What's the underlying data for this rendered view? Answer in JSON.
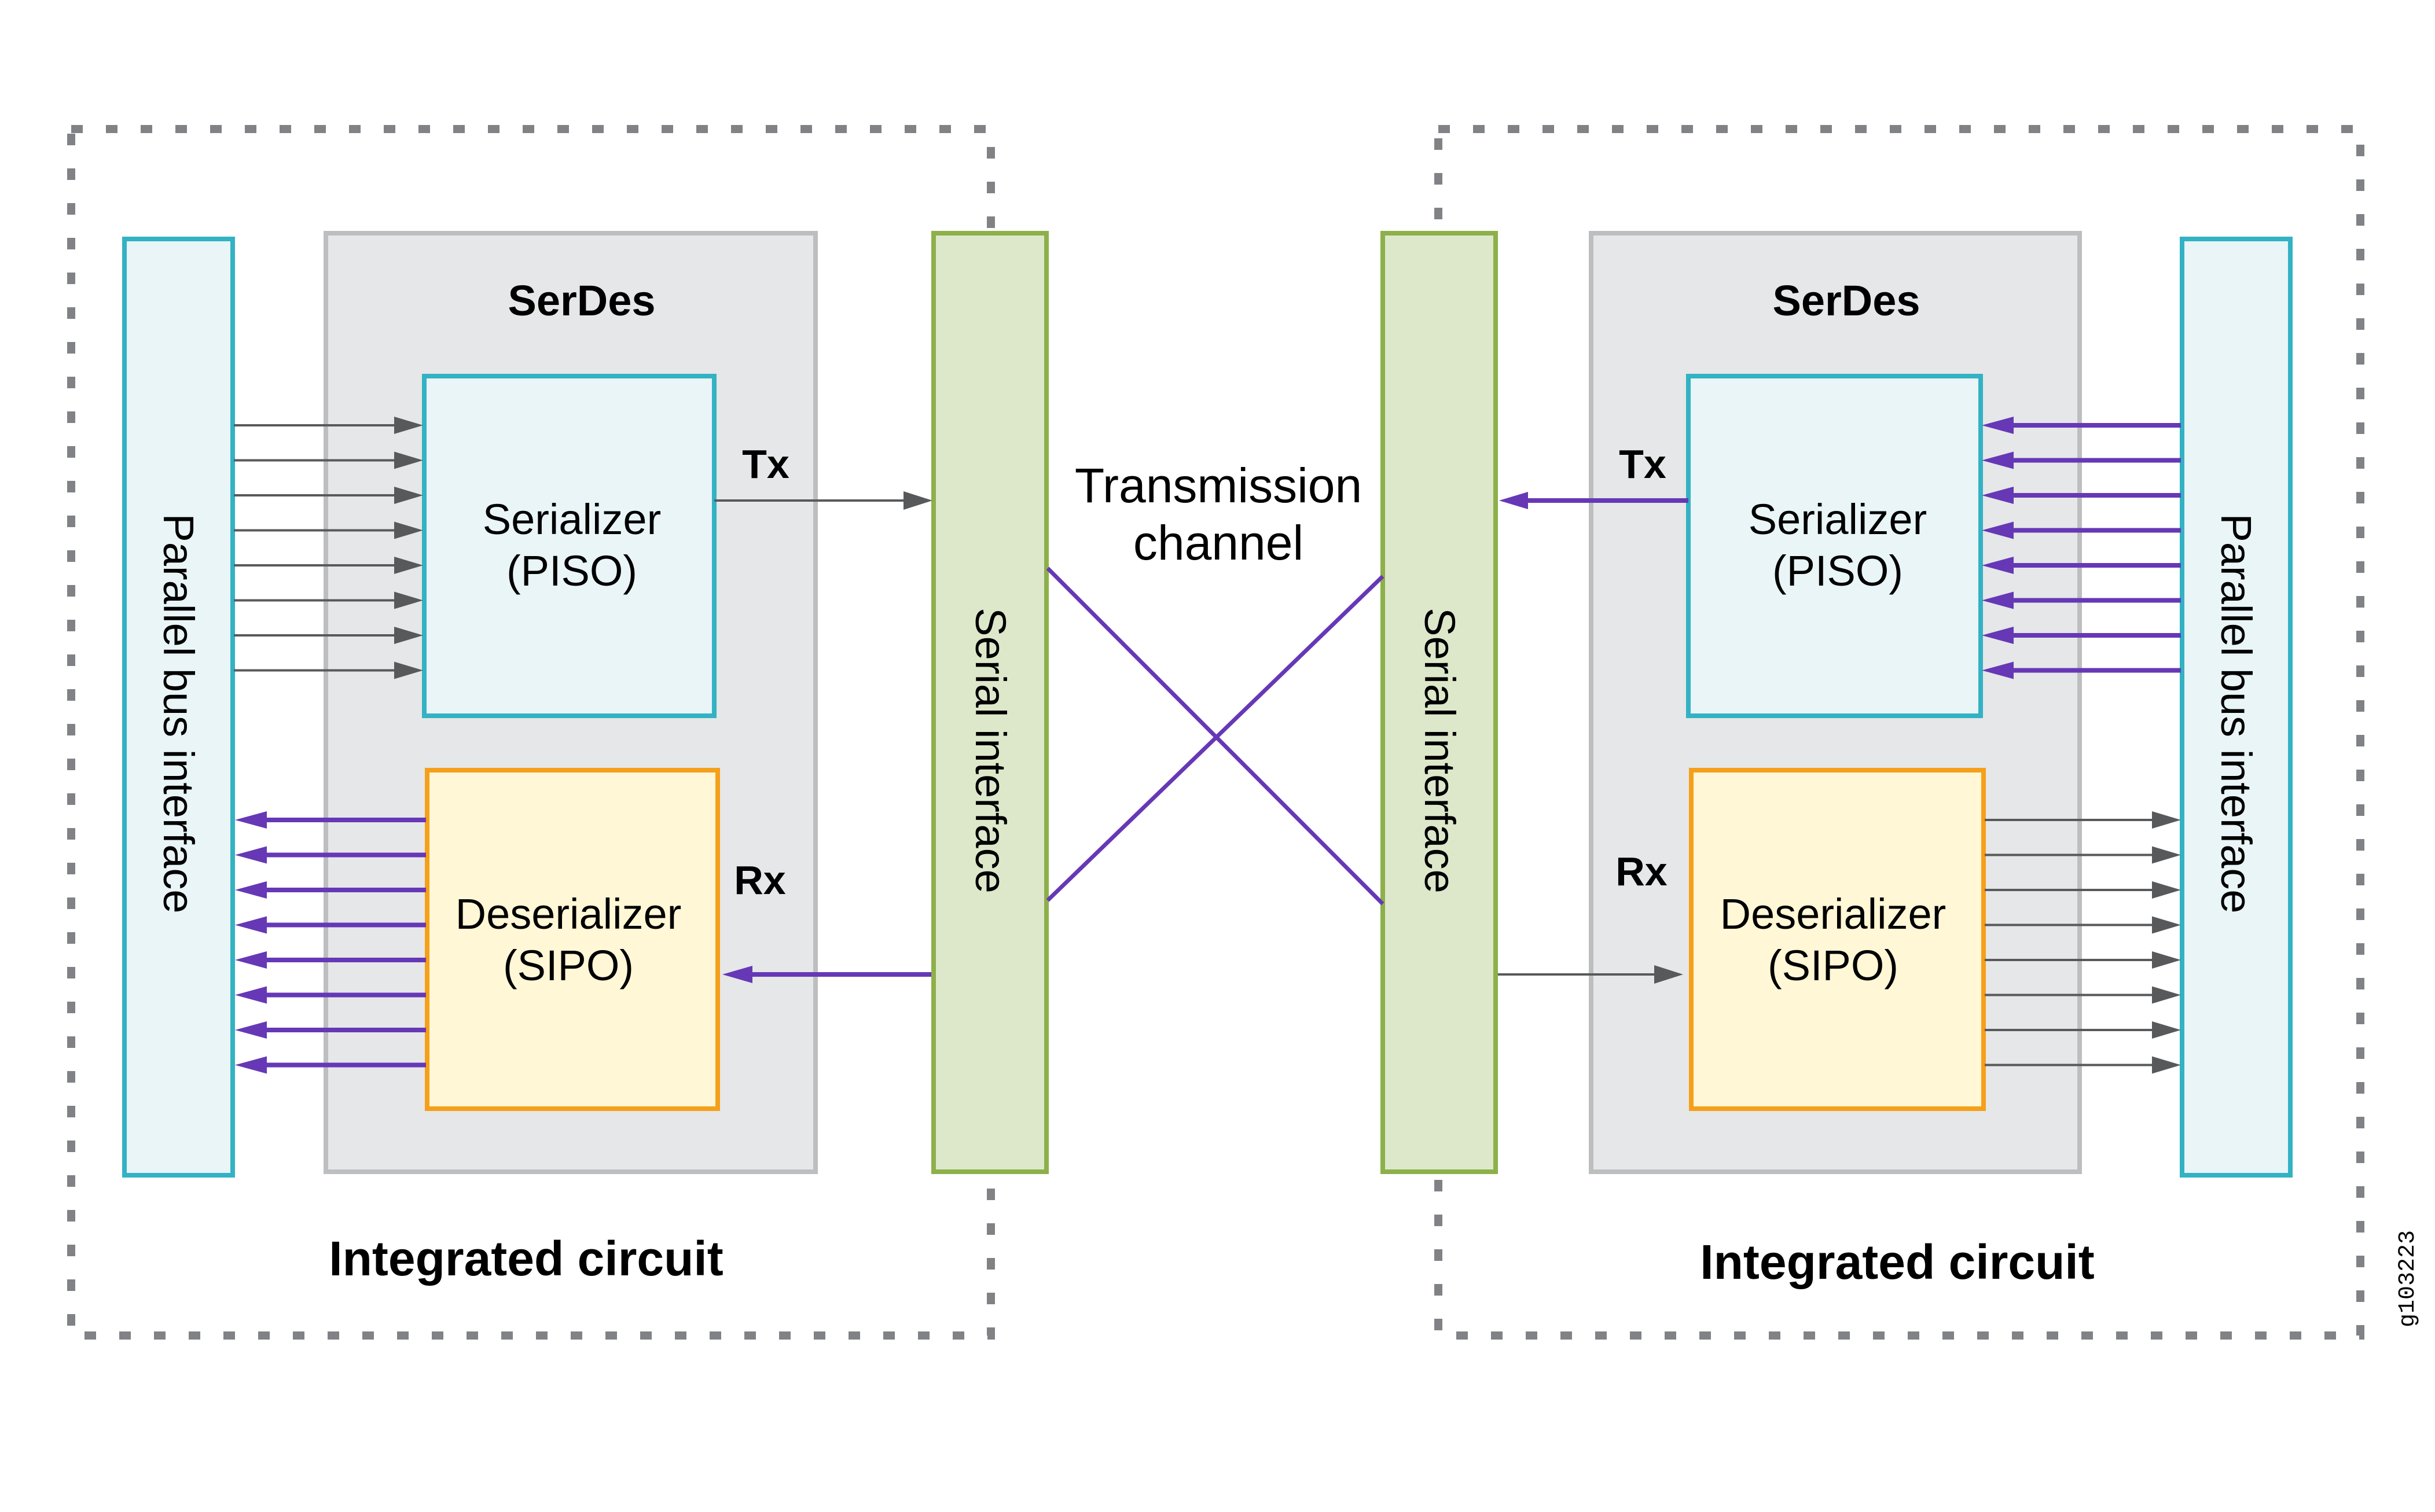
{
  "colors": {
    "purple": "#6638B6",
    "dark_arrow": "#58595B",
    "teal": "#33B2C4",
    "orange": "#F5A01A",
    "green": "#8DB04A",
    "serdes_border": "#BCBEC0",
    "dotted_border": "#808285"
  },
  "left_ic": {
    "title": "Integrated circuit",
    "parallel_bus_label": "Parallel bus interface",
    "serdes_label": "SerDes",
    "serializer": {
      "name": "Serializer",
      "type": "(PISO)"
    },
    "deserializer": {
      "name": "Deserializer",
      "type": "(SIPO)"
    },
    "tx_label": "Tx",
    "rx_label": "Rx",
    "serial_interface_label": "Serial interface"
  },
  "right_ic": {
    "title": "Integrated circuit",
    "parallel_bus_label": "Parallel bus interface",
    "serdes_label": "SerDes",
    "serializer": {
      "name": "Serializer",
      "type": "(PISO)"
    },
    "deserializer": {
      "name": "Deserializer",
      "type": "(SIPO)"
    },
    "tx_label": "Tx",
    "rx_label": "Rx",
    "serial_interface_label": "Serial interface"
  },
  "channel": {
    "line1": "Transmission",
    "line2": "channel"
  },
  "parallel_lines_per_block": 8,
  "figure_id": "g103223"
}
